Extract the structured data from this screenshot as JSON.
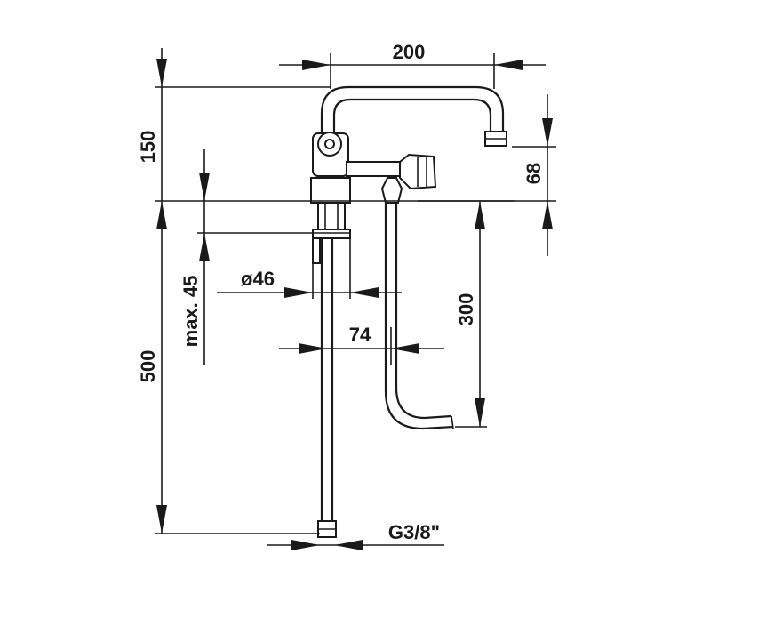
{
  "dimensions": {
    "spout_reach": "200",
    "spout_height": "150",
    "outlet_drop": "68",
    "deck_thickness": "max. 45",
    "shank_diameter": "ø46",
    "hose_offset": "74",
    "hose_drop": "300",
    "supply_length": "500",
    "thread": "G3/8\""
  },
  "colors": {
    "line": "#1a1a1a",
    "background": "#ffffff"
  }
}
